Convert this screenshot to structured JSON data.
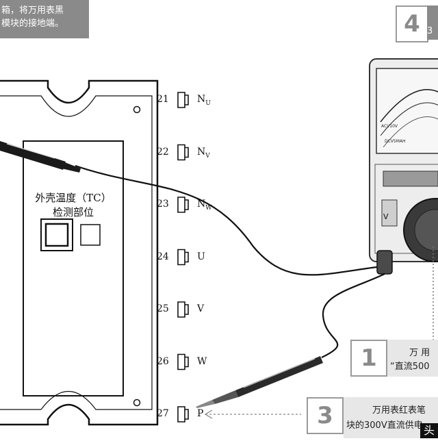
{
  "callout_top": {
    "line1": "箱，将万用表黑",
    "line2": "模块的接地端。"
  },
  "steps": [
    {
      "num": "4",
      "text": "3"
    },
    {
      "num": "1",
      "text_line1": "万 用",
      "text_line2": "“直流500"
    },
    {
      "num": "3",
      "text_line1": "万用表红表笔",
      "text_line2": "块的300V直流供电"
    }
  ],
  "module": {
    "tc_label_line1": "外壳温度（TC）",
    "tc_label_line2": "检测部位",
    "pins": [
      {
        "num": "21",
        "name": "N",
        "sub": "U"
      },
      {
        "num": "22",
        "name": "N",
        "sub": "V"
      },
      {
        "num": "23",
        "name": "N",
        "sub": "W"
      },
      {
        "num": "24",
        "name": "U",
        "sub": ""
      },
      {
        "num": "25",
        "name": "V",
        "sub": ""
      },
      {
        "num": "26",
        "name": "W",
        "sub": ""
      },
      {
        "num": "27",
        "name": "P",
        "sub": ""
      }
    ]
  },
  "meter": {
    "scale_labels": [
      "ACV10V",
      "DCV5MAH"
    ],
    "v_mark": "V"
  },
  "watermark": "头"
}
